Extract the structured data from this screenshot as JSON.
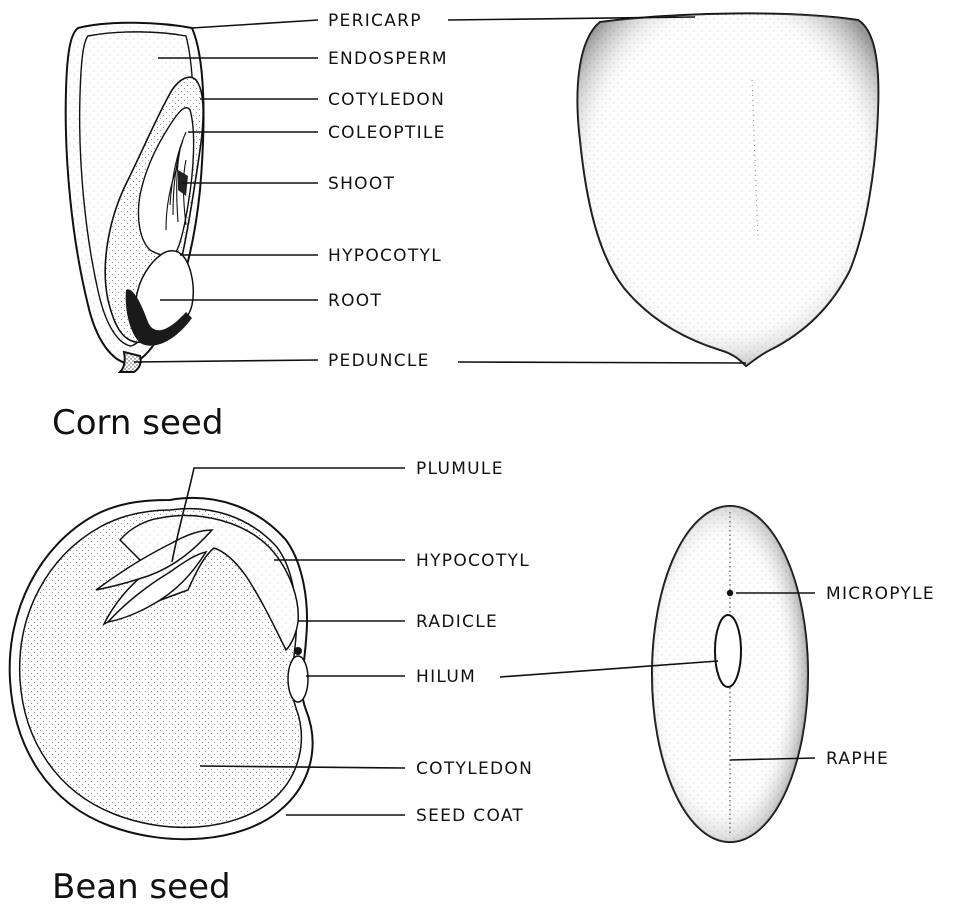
{
  "corn": {
    "caption": "Corn seed",
    "labels": {
      "pericarp": "PERICARP",
      "endosperm": "ENDOSPERM",
      "cotyledon": "COTYLEDON",
      "coleoptile": "COLEOPTILE",
      "shoot": "SHOOT",
      "hypocotyl": "HYPOCOTYL",
      "root": "ROOT",
      "peduncle": "PEDUNCLE"
    }
  },
  "bean": {
    "caption": "Bean seed",
    "labels": {
      "plumule": "PLUMULE",
      "hypocotyl": "HYPOCOTYL",
      "radicle": "RADICLE",
      "hilum": "HILUM",
      "cotyledon": "COTYLEDON",
      "seed_coat": "SEED COAT",
      "micropyle": "MICROPYLE",
      "raphe": "RAPHE"
    }
  }
}
